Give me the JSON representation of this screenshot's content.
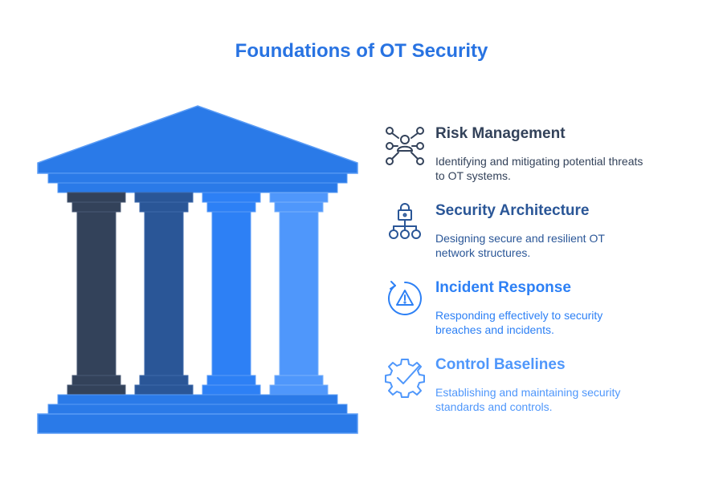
{
  "title": "Foundations of OT Security",
  "colors": {
    "title": "#2873e2",
    "roof": "#2a7ae8",
    "column_1": "#33425a",
    "column_2": "#2a5697",
    "column_3": "#2d80f5",
    "column_4": "#4f97fb"
  },
  "items": [
    {
      "heading": "Risk Management",
      "description": "Identifying and mitigating potential threats to OT systems.",
      "icon": "risk-network-user-icon",
      "heading_color": "#33425a",
      "text_color": "#33425a"
    },
    {
      "heading": "Security Architecture",
      "description": "Designing secure and resilient OT network structures.",
      "icon": "lock-hierarchy-icon",
      "heading_color": "#2a5697",
      "text_color": "#2a5697"
    },
    {
      "heading": "Incident Response",
      "description": "Responding effectively to security breaches and incidents.",
      "icon": "warning-refresh-icon",
      "heading_color": "#2d80f5",
      "text_color": "#2d80f5"
    },
    {
      "heading": "Control Baselines",
      "description": "Establishing and maintaining security standards and controls.",
      "icon": "gear-check-icon",
      "heading_color": "#4f97fb",
      "text_color": "#4f97fb"
    }
  ]
}
